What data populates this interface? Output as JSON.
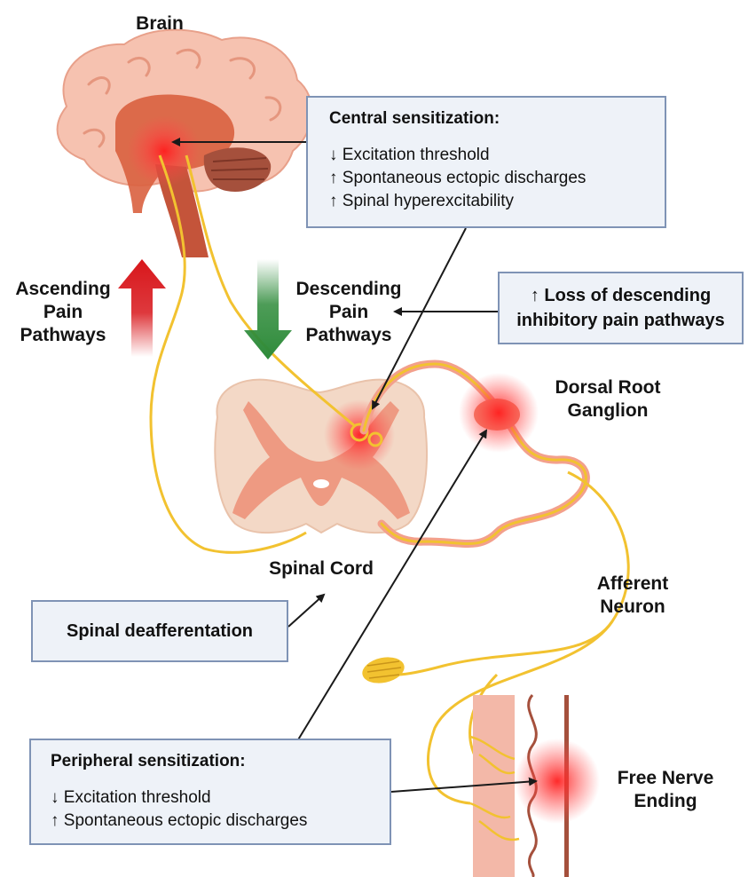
{
  "labels": {
    "brain": "Brain",
    "ascending": [
      "Ascending",
      "Pain",
      "Pathways"
    ],
    "descending": [
      "Descending",
      "Pain",
      "Pathways"
    ],
    "dorsal_root_ganglion": [
      "Dorsal Root",
      "Ganglion"
    ],
    "spinal_cord": "Spinal Cord",
    "afferent_neuron": [
      "Afferent",
      "Neuron"
    ],
    "free_nerve_ending": [
      "Free Nerve",
      "Ending"
    ]
  },
  "boxes": {
    "central": {
      "title": "Central sensitization:",
      "lines": [
        "↓  Excitation threshold",
        "↑  Spontaneous ectopic discharges",
        "↑  Spinal hyperexcitability"
      ]
    },
    "descending_loss": {
      "lines": [
        "↑ Loss of descending",
        "inhibitory pain pathways"
      ]
    },
    "deafferentation": {
      "title": "Spinal deafferentation"
    },
    "peripheral": {
      "title": "Peripheral sensitization:",
      "lines": [
        "↓  Excitation threshold",
        "↑  Spontaneous ectopic discharges"
      ]
    }
  },
  "colors": {
    "box_fill": "#eef2f8",
    "box_border": "#7f93b5",
    "nerve": "#f2c230",
    "ascending_arrow": "#d8161b",
    "descending_arrow": "#2e8b3a",
    "inflammation": "#ff2a2a"
  }
}
